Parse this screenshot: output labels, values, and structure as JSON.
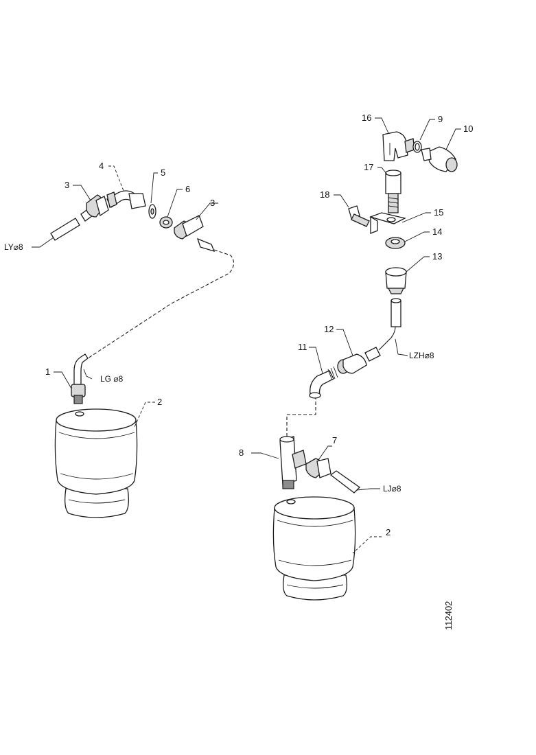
{
  "callouts": {
    "c1": "1",
    "c2a": "2",
    "c2b": "2",
    "c3a": "3",
    "c3b": "3",
    "c4": "4",
    "c5": "5",
    "c6": "6",
    "c7": "7",
    "c8": "8",
    "c9": "9",
    "c10": "10",
    "c11": "11",
    "c12": "12",
    "c13": "13",
    "c14": "14",
    "c15": "15",
    "c16": "16",
    "c17": "17",
    "c18": "18"
  },
  "pipe_labels": {
    "ly": "LY⌀8",
    "lg": "LG ⌀8",
    "lzh": "LZH⌀8",
    "lj": "LJ⌀8"
  },
  "document_id": "112402"
}
